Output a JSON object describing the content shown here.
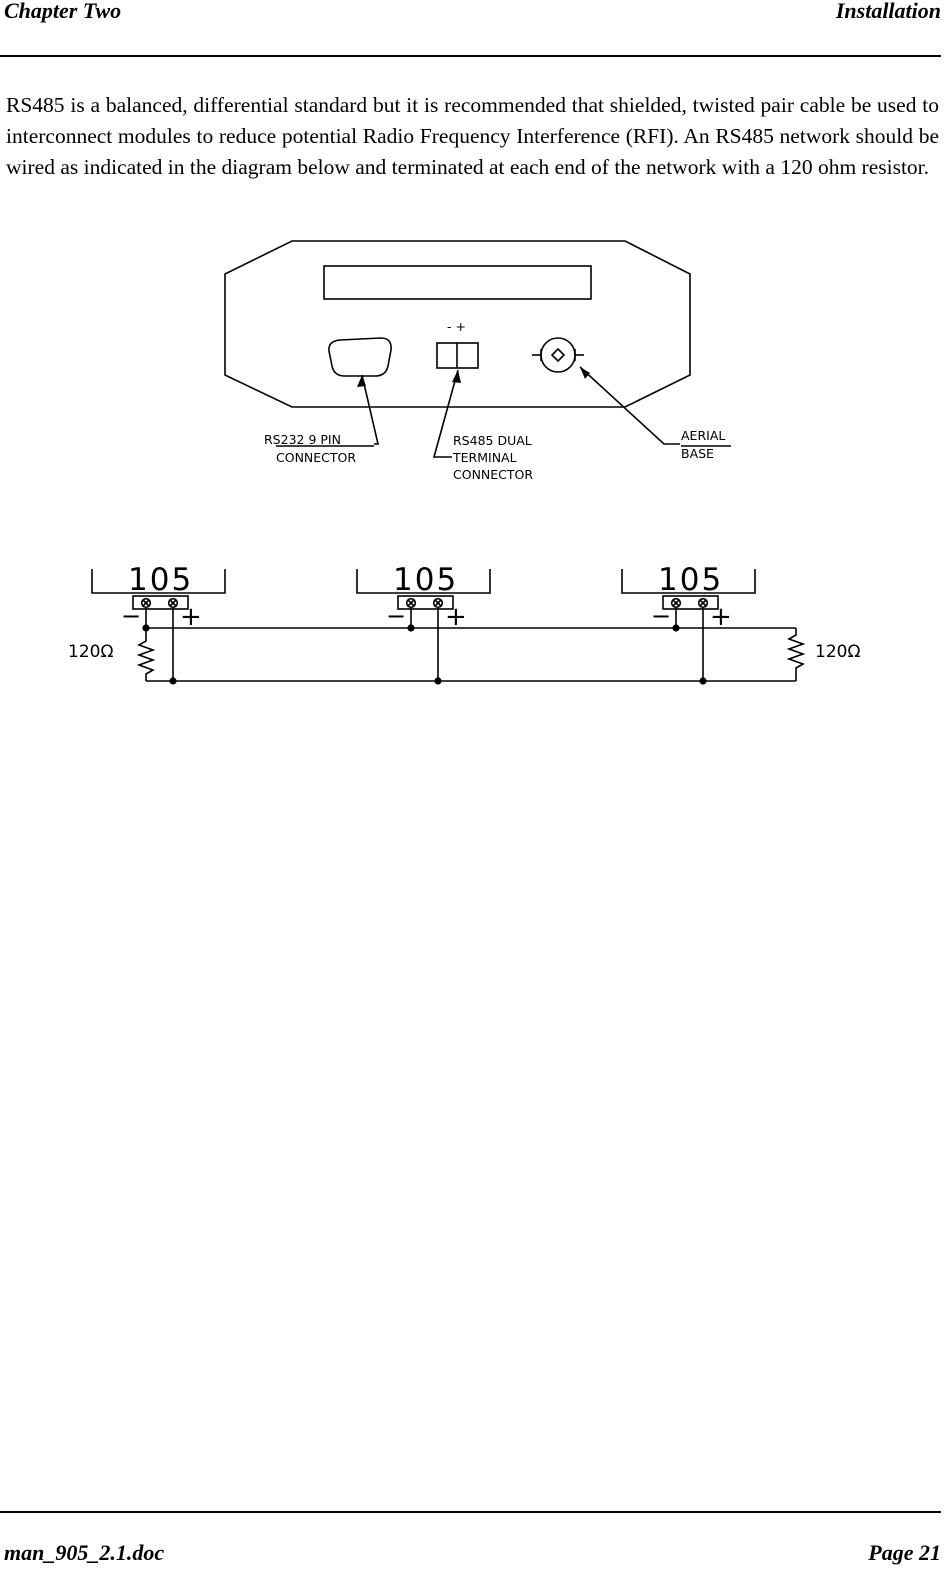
{
  "header": {
    "left": "Chapter Two",
    "right": "Installation"
  },
  "body": {
    "paragraph": " RS485 is a balanced, differential standard but it is recommended that shielded, twisted pair cable be used to interconnect modules to reduce potential Radio Frequency Interference (RFI).  An RS485 network should be wired as indicated in the diagram below and terminated at each end of the network with a 120 ohm resistor."
  },
  "device_diagram": {
    "terminal_polarity": "- +",
    "labels": {
      "rs232_line1": "RS232 9 PIN",
      "rs232_line2": "CONNECTOR",
      "rs485_line1": "RS485 DUAL",
      "rs485_line2": "TERMINAL",
      "rs485_line3": "CONNECTOR",
      "aerial_line1": "AERIAL",
      "aerial_line2": "BASE"
    }
  },
  "network_diagram": {
    "modules": [
      {
        "label": "105"
      },
      {
        "label": "105"
      },
      {
        "label": "105"
      }
    ],
    "minus_sign": "−",
    "plus_sign": "+",
    "resistor_left": "120Ω",
    "resistor_right": "120Ω"
  },
  "footer": {
    "left": "man_905_2.1.doc",
    "right": "Page 21"
  }
}
